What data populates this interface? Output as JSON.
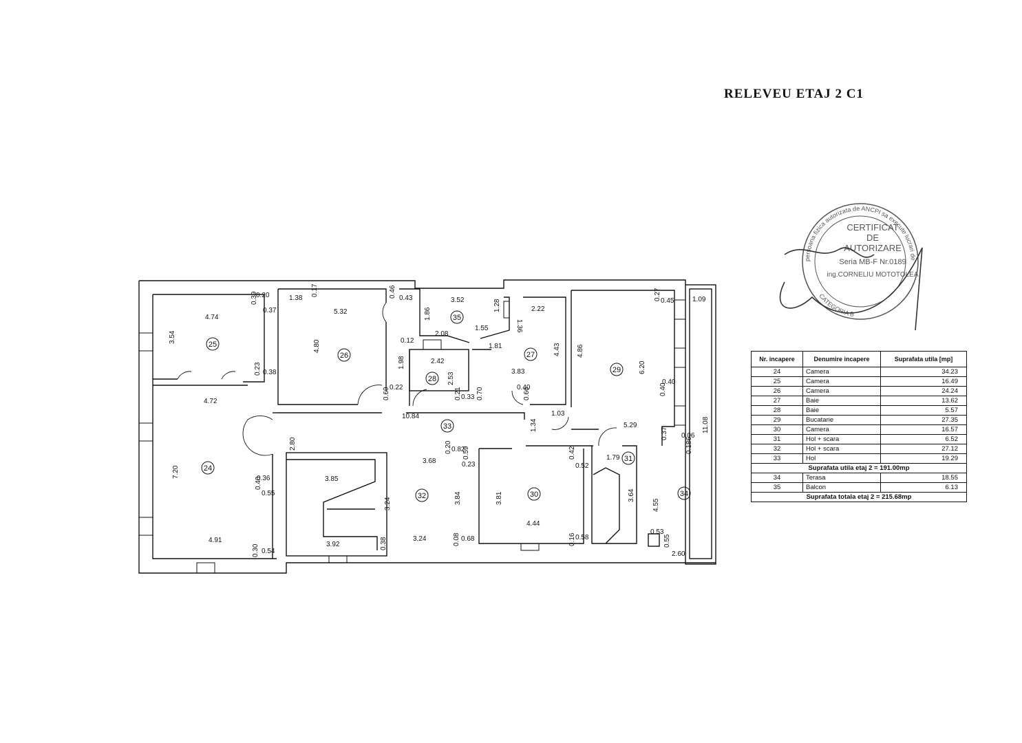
{
  "title": "RELEVEU ETAJ 2 C1",
  "stamp": {
    "line1": "CERTIFICAT",
    "line2": "DE",
    "line3": "AUTORIZARE",
    "line4": "Seria MB-F Nr.0189",
    "line5": "ing.CORNELIU MOTOTOLEA",
    "ring_top": "persoana fizica autorizata de ANCPI sa execute lucrari de cadastru",
    "ring_bottom": "CATEGORIA B"
  },
  "table": {
    "headers": [
      "Nr. incapere",
      "Denumire incapere",
      "Suprafata utila [mp]"
    ],
    "rows": [
      [
        "24",
        "Camera",
        "34.23"
      ],
      [
        "25",
        "Camera",
        "16.49"
      ],
      [
        "26",
        "Camera",
        "24.24"
      ],
      [
        "27",
        "Baie",
        "13.62"
      ],
      [
        "28",
        "Baie",
        "5.57"
      ],
      [
        "29",
        "Bucatarie",
        "27.35"
      ],
      [
        "30",
        "Camera",
        "16.57"
      ],
      [
        "31",
        "Hol + scara",
        "6.52"
      ],
      [
        "32",
        "Hol + scara",
        "27.12"
      ],
      [
        "33",
        "Hol",
        "19.29"
      ]
    ],
    "subtotal": "Suprafata utila etaj 2 = 191.00mp",
    "extra_rows": [
      [
        "34",
        "Terasa",
        "18.55"
      ],
      [
        "35",
        "Balcon",
        "6.13"
      ]
    ],
    "total": "Suprafata totala etaj 2 = 215.68mp"
  },
  "rooms": [
    "24",
    "25",
    "26",
    "27",
    "28",
    "29",
    "30",
    "31",
    "32",
    "33",
    "34",
    "35"
  ],
  "dimensions": [
    "4.74",
    "3.54",
    "0.20",
    "0.39",
    "0.37",
    "5.32",
    "1.38",
    "0.17",
    "4.80",
    "0.46",
    "0.43",
    "3.52",
    "1.86",
    "1.28",
    "1.36",
    "2.22",
    "1.55",
    "2.08",
    "0.12",
    "1.81",
    "4.43",
    "2.42",
    "2.53",
    "1.98",
    "3.83",
    "0.40",
    "0.66",
    "0.60",
    "0.22",
    "0.21",
    "0.33",
    "0.70",
    "4.86",
    "0.27",
    "0.45",
    "1.09",
    "6.20",
    "0.40",
    "0.40",
    "0.23",
    "0.38",
    "4.72",
    "10.84",
    "1.34",
    "1.03",
    "5.29",
    "0.37",
    "0.06",
    "0.186",
    "11.08",
    "2.80",
    "3.68",
    "0.20",
    "0.82",
    "0.59",
    "0.23",
    "0.42",
    "0.52",
    "1.79",
    "7.20",
    "0.36",
    "0.40",
    "0.55",
    "3.85",
    "3.24",
    "3.84",
    "3.81",
    "3.64",
    "4.55",
    "4.44",
    "4.91",
    "3.92",
    "0.38",
    "3.24",
    "0.08",
    "0.68",
    "0.16",
    "0.58",
    "0.53",
    "0.55",
    "0.30",
    "0.54",
    "2.60"
  ]
}
